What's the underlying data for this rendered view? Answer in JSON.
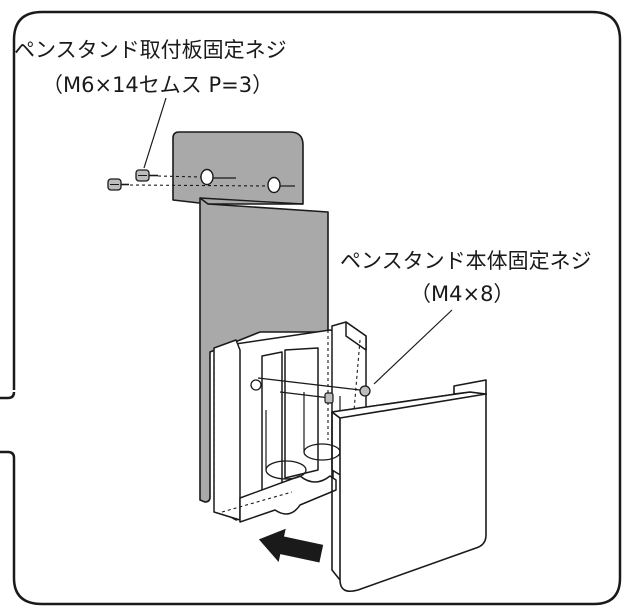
{
  "labels": {
    "mount_plate_screw_name": "ペンスタンド取付板固定ネジ",
    "mount_plate_screw_spec": "（M6×14セムス P=3）",
    "body_screw_name": "ペンスタンド本体固定ネジ",
    "body_screw_spec": "（M4×8）"
  },
  "colors": {
    "outline": "#1a1a1a",
    "panel_fill": "#a9a9a9",
    "screw_fill": "#bdbdbd",
    "page": "#ffffff"
  },
  "icons": {
    "insert_direction": "arrow-right-icon"
  }
}
